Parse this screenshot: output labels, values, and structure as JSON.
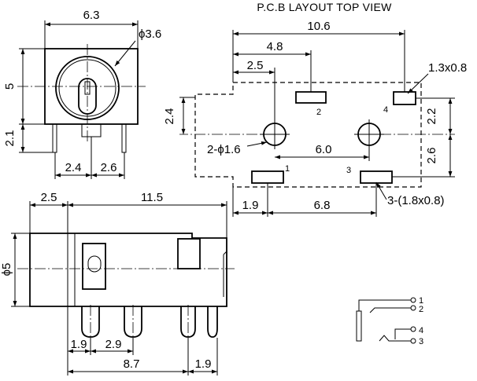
{
  "title": "P.C.B LAYOUT TOP VIEW",
  "front_view": {
    "width": "6.3",
    "hole": "ϕ3.6",
    "height": "5",
    "pin_length": "2.1",
    "pin_left": "2.4",
    "pin_right": "2.6"
  },
  "pcb_layout": {
    "total_width": "10.6",
    "pad2_offset": "4.8",
    "hole_offset": "2.5",
    "pad4_size": "1.3x0.8",
    "pad2_height": "2.4",
    "holes": "2-ϕ1.6",
    "hole_spacing": "6.0",
    "right_upper": "2.2",
    "right_lower": "2.6",
    "pad1_offset": "1.9",
    "pad_spacing": "6.8",
    "pad13_size": "3-(1.8x0.8)",
    "pin_labels": [
      "1",
      "2",
      "3",
      "4"
    ]
  },
  "side_view": {
    "nose_length": "2.5",
    "body_length": "11.5",
    "diameter": "ϕ5",
    "pin_offset1": "1.9",
    "pin_offset2": "2.9",
    "pin_span": "8.7",
    "pin_end": "1.9"
  },
  "schematic": {
    "pins": [
      "1",
      "2",
      "4",
      "3"
    ]
  }
}
